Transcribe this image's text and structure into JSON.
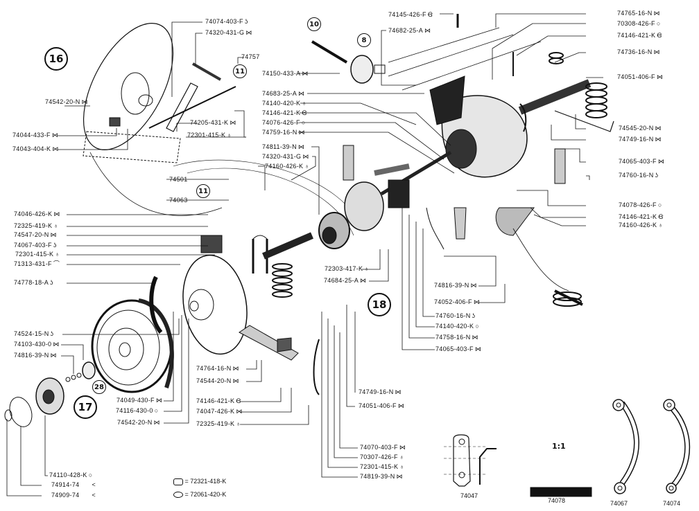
{
  "title": "Exploded parts diagram – brake drum, differential and axle assembly",
  "callouts": {
    "g16": "16",
    "g17": "17",
    "g18": "18",
    "c11a": "11",
    "c11b": "11",
    "c10": "10",
    "c8": "8",
    "c28": "28"
  },
  "scale": "1:1",
  "symbols": {
    "bowtie": "⋈",
    "hook": "ʖ",
    "bulb": "♁",
    "ring": "○",
    "clip": "Ꞡ",
    "cap": "⌒",
    "angle": "<"
  },
  "labels": {
    "l01": {
      "code": "74074-403-F",
      "sym": "ʖ"
    },
    "l02": {
      "code": "74320-431-G",
      "sym": "⋈"
    },
    "l03": {
      "code": "74757",
      "sym": ""
    },
    "l04": {
      "code": "74542-20-N",
      "sym": "⋈"
    },
    "l05": {
      "code": "74205-431-K",
      "sym": "⋈"
    },
    "l06": {
      "code": "72301-415-K",
      "sym": "♁"
    },
    "l07": {
      "code": "74044-433-F",
      "sym": "⋈"
    },
    "l08": {
      "code": "74043-404-K",
      "sym": "⋈"
    },
    "l09": {
      "code": "74145-426-F",
      "sym": "Ꞡ"
    },
    "l10": {
      "code": "74682-25-A",
      "sym": "⋈"
    },
    "l11": {
      "code": "74150-433-A",
      "sym": "⋈"
    },
    "l12": {
      "code": "74683-25-A",
      "sym": "⋈"
    },
    "l13": {
      "code": "74140-420-K",
      "sym": "♁"
    },
    "l14": {
      "code": "74146-421-K",
      "sym": "Ꞡ"
    },
    "l15": {
      "code": "74076-426-F",
      "sym": "○"
    },
    "l16": {
      "code": "74759-16-N",
      "sym": "⋈"
    },
    "l17": {
      "code": "74811-39-N",
      "sym": "⋈"
    },
    "l18": {
      "code": "74320-431-G",
      "sym": "⋈"
    },
    "l19": {
      "code": "74160-426-K",
      "sym": "♁"
    },
    "l20": {
      "code": "74765-16-N",
      "sym": "⋈"
    },
    "l21": {
      "code": "70308-426-F",
      "sym": "○"
    },
    "l22": {
      "code": "74146-421-K",
      "sym": "Ꞡ"
    },
    "l23": {
      "code": "74736-16-N",
      "sym": "⋈"
    },
    "l24": {
      "code": "74051-406-F",
      "sym": "⋈"
    },
    "l25": {
      "code": "74545-20-N",
      "sym": "⋈"
    },
    "l26": {
      "code": "74749-16-N",
      "sym": "⋈"
    },
    "l27": {
      "code": "74065-403-F",
      "sym": "⋈"
    },
    "l28": {
      "code": "74760-16-N",
      "sym": "ʖ"
    },
    "l29": {
      "code": "74078-426-F",
      "sym": "○"
    },
    "l30": {
      "code": "74146-421-K",
      "sym": "Ꞡ"
    },
    "l31": {
      "code": "74160-426-K",
      "sym": "♁"
    },
    "l32": {
      "code": "74501",
      "sym": ""
    },
    "l33": {
      "code": "74063",
      "sym": ""
    },
    "l34": {
      "code": "74046-426-K",
      "sym": "⋈"
    },
    "l35": {
      "code": "72325-419-K",
      "sym": "♁"
    },
    "l36": {
      "code": "74547-20-N",
      "sym": "⋈"
    },
    "l37": {
      "code": "74067-403-F",
      "sym": "ʖ"
    },
    "l38": {
      "code": "72301-415-K",
      "sym": "♁"
    },
    "l39": {
      "code": "71313-431-F",
      "sym": "⌒"
    },
    "l40": {
      "code": "74778-18-A",
      "sym": "ʖ"
    },
    "l41": {
      "code": "72303-417-K",
      "sym": "♁"
    },
    "l42": {
      "code": "74684-25-A",
      "sym": "⋈"
    },
    "l43": {
      "code": "74816-39-N",
      "sym": "⋈"
    },
    "l44": {
      "code": "74052-406-F",
      "sym": "⋈"
    },
    "l45": {
      "code": "74760-16-N",
      "sym": "ʖ"
    },
    "l46": {
      "code": "74140-420-K",
      "sym": "○"
    },
    "l47": {
      "code": "74758-16-N",
      "sym": "⋈"
    },
    "l48": {
      "code": "74065-403-F",
      "sym": "⋈"
    },
    "l49": {
      "code": "74524-15-N",
      "sym": "ʖ"
    },
    "l50": {
      "code": "74103-430-0",
      "sym": "⋈"
    },
    "l51": {
      "code": "74816-39-N",
      "sym": "⋈"
    },
    "l52": {
      "code": "74764-16-N",
      "sym": "⋈"
    },
    "l53": {
      "code": "74544-20-N",
      "sym": "⋈"
    },
    "l54": {
      "code": "74049-430-F",
      "sym": "⋈"
    },
    "l55": {
      "code": "74116-430-0",
      "sym": "○"
    },
    "l56": {
      "code": "74542-20-N",
      "sym": "⋈"
    },
    "l57": {
      "code": "74146-421-K",
      "sym": "Ꞡ"
    },
    "l58": {
      "code": "74047-426-K",
      "sym": "⋈"
    },
    "l59": {
      "code": "72325-419-K",
      "sym": "♁"
    },
    "l60": {
      "code": "74749-16-N",
      "sym": "⋈"
    },
    "l61": {
      "code": "74051-406-F",
      "sym": "⋈"
    },
    "l62": {
      "code": "74070-403-F",
      "sym": "⋈"
    },
    "l63": {
      "code": "70307-426-F",
      "sym": "♁"
    },
    "l64": {
      "code": "72301-415-K",
      "sym": "♁"
    },
    "l65": {
      "code": "74819-39-N",
      "sym": "⋈"
    },
    "l66": {
      "code": "74110-428-K",
      "sym": "○"
    },
    "l67": {
      "code": "74914-74",
      "sym": "<"
    },
    "l68": {
      "code": "74909-74",
      "sym": "<"
    }
  },
  "legend": [
    {
      "symbol": "nut",
      "text": "= 72321-418-K"
    },
    {
      "symbol": "washer",
      "text": "= 72061-420-K"
    }
  ],
  "detail_captions": {
    "d1": "74047",
    "d2": "74078",
    "d3": "74067",
    "d4": "74074"
  }
}
